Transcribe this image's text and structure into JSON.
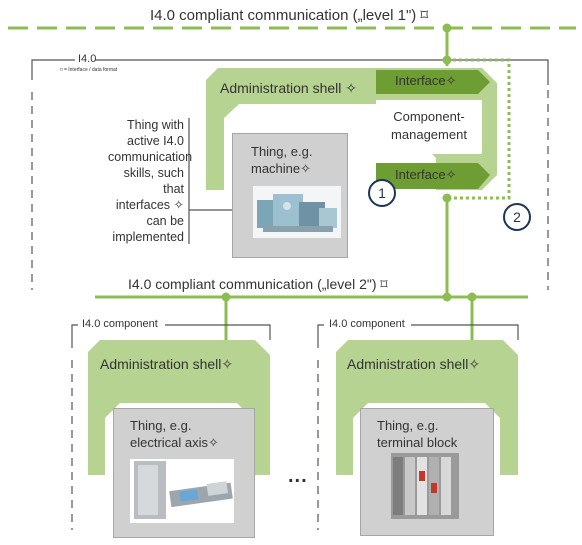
{
  "colors": {
    "green": "#8dbd52",
    "green_light": "#b6d391",
    "green_dark": "#6e9d34",
    "line_dark": "#555555",
    "thing_grey": "#d0d0d0",
    "badge_navy": "#1d3557"
  },
  "top_comm": {
    "label": "I4.0 compliant communication („level 1\") ⌑"
  },
  "level2_comm": {
    "label": "I4.0 compliant communication („level 2\") ⌑"
  },
  "main_frame": {
    "label": "I4.0",
    "footnote": "⌑ = Interface / data format"
  },
  "main_shell": {
    "label": "Administration shell ✧",
    "interface_top": "Interface✧",
    "interface_bottom": "Interface✧",
    "component_management": "Component-management",
    "thing_text": "Thing, e.g. machine✧"
  },
  "thing_note": "Thing with active I4.0 communication skills, such that interfaces ✧ can be implemented",
  "badges": [
    "1",
    "2"
  ],
  "left_component": {
    "label": "I4.0 component",
    "shell_label": "Administration shell✧",
    "thing_text": "Thing, e.g. electrical axis✧"
  },
  "right_component": {
    "label": "I4.0 component",
    "shell_label": "Administration shell✧",
    "thing_text": "Thing, e.g. terminal block"
  },
  "ellipsis": "..."
}
